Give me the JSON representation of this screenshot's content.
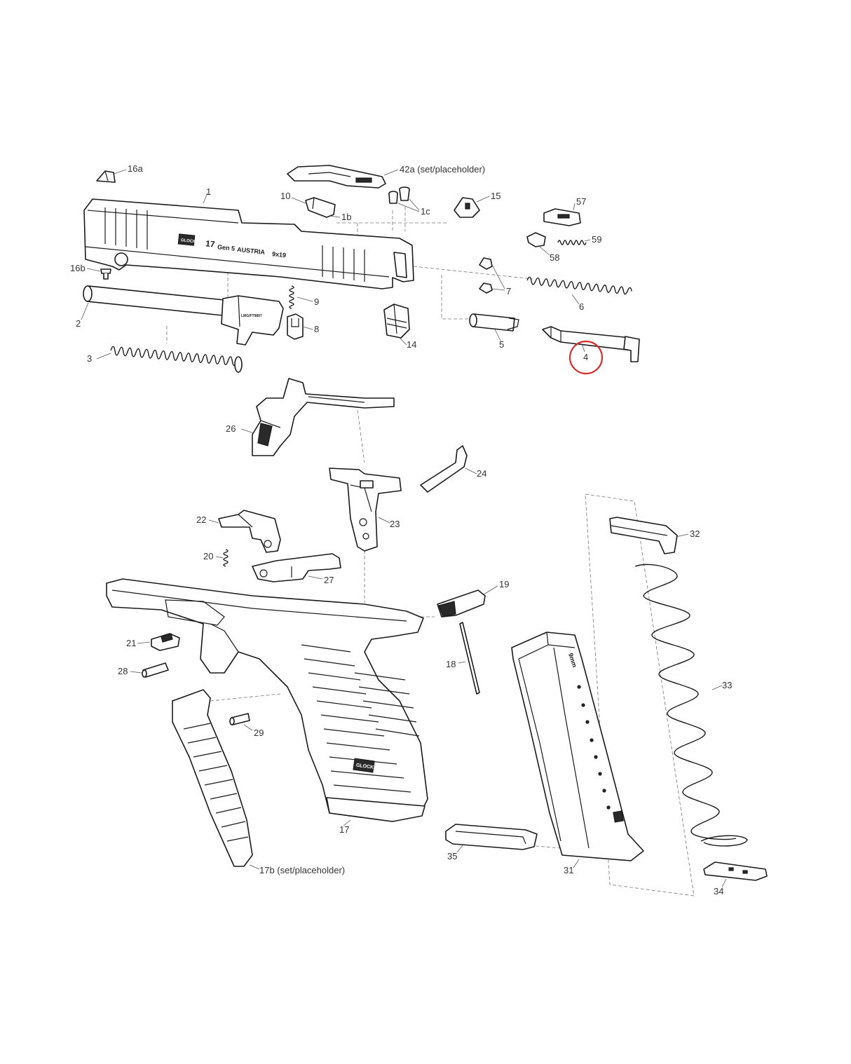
{
  "diagram": {
    "highlight_color": "#d32f2f",
    "highlighted_part": "4",
    "slide_markings": {
      "brand": "GLOCK",
      "model": "17",
      "gen": "Gen 5",
      "country": "AUSTRIA",
      "caliber": "9x19"
    },
    "magazine_marking": "9mm",
    "frame_logo": "GLOCK",
    "labels": {
      "p16a": "16a",
      "p42a": "42a (set/placeholder)",
      "p1": "1",
      "p10": "10",
      "p1c": "1c",
      "p15": "15",
      "p57": "57",
      "p1b": "1b",
      "p59": "59",
      "p58": "58",
      "p16b": "16b",
      "p7": "7",
      "p9": "9",
      "p6": "6",
      "p2": "2",
      "p8": "8",
      "p14": "14",
      "p5": "5",
      "p4": "4",
      "p3": "3",
      "p26": "26",
      "p24": "24",
      "p32": "32",
      "p22": "22",
      "p23": "23",
      "p20": "20",
      "p27": "27",
      "p19": "19",
      "p21": "21",
      "p18": "18",
      "p33": "33",
      "p28": "28",
      "p29": "29",
      "p17": "17",
      "p35": "35",
      "p31": "31",
      "p17b": "17b (set/placeholder)",
      "p34": "34"
    }
  }
}
